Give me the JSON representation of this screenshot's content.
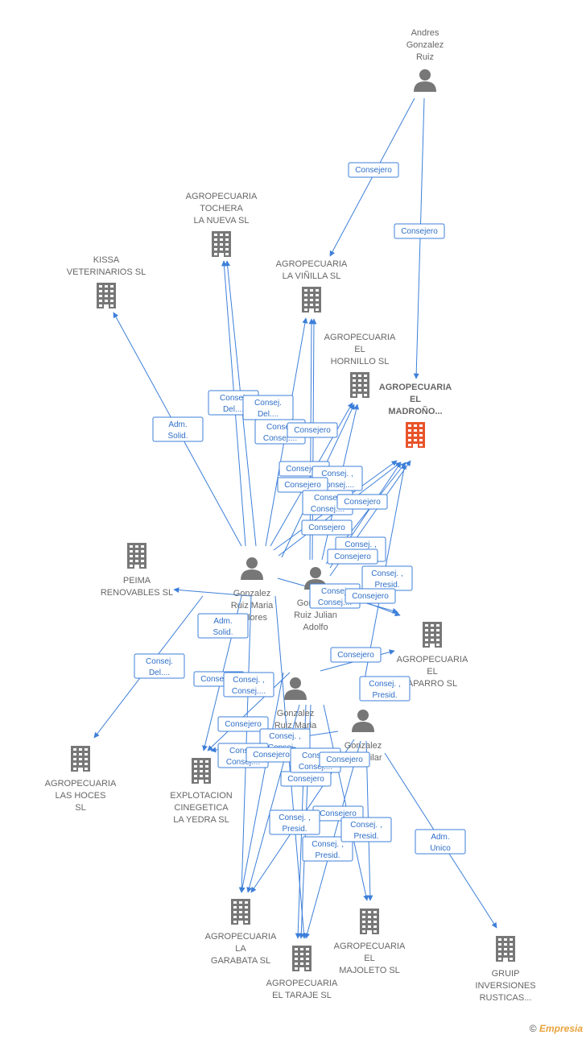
{
  "colors": {
    "edge": "#3d7fd9",
    "company": "#777777",
    "main_company": "#e8542a",
    "person": "#777777"
  },
  "nodes": [
    {
      "id": "andres",
      "type": "person",
      "label": [
        "Andres",
        "Gonzalez",
        "Ruiz"
      ]
    },
    {
      "id": "tochera",
      "type": "company",
      "label": [
        "AGROPECUARIA",
        "TOCHERA",
        "LA NUEVA SL"
      ]
    },
    {
      "id": "kissa",
      "type": "company",
      "label": [
        "KISSA",
        "VETERINARIOS SL"
      ]
    },
    {
      "id": "vinilla",
      "type": "company",
      "label": [
        "AGROPECUARIA",
        "LA VIÑILLA  SL"
      ]
    },
    {
      "id": "hornillo",
      "type": "company",
      "label": [
        "AGROPECUARIA",
        "EL",
        "HORNILLO  SL"
      ]
    },
    {
      "id": "madrono",
      "type": "main",
      "label": [
        "AGROPECUARIA",
        "EL",
        "MADROÑO..."
      ]
    },
    {
      "id": "peima",
      "type": "company",
      "label": [
        "PEIMA",
        "RENOVABLES SL"
      ]
    },
    {
      "id": "dolores",
      "type": "person",
      "label": [
        "Gonzalez",
        "Ruiz Maria",
        "Dolores"
      ]
    },
    {
      "id": "julian",
      "type": "person",
      "label": [
        "Gonzalez",
        "Ruiz Julian",
        "Adolfo"
      ]
    },
    {
      "id": "aparro",
      "type": "company",
      "label": [
        "AGROPECUARIA",
        "EL",
        "APARRO  SL"
      ]
    },
    {
      "id": "maria2",
      "type": "person",
      "label": [
        "Gonzalez",
        "Ruiz Maria",
        "..."
      ]
    },
    {
      "id": "pilar",
      "type": "person",
      "label": [
        "Gonzalez",
        "Ruiz Pilar"
      ]
    },
    {
      "id": "hoces",
      "type": "company",
      "label": [
        "AGROPECUARIA",
        "LAS HOCES",
        "SL"
      ]
    },
    {
      "id": "yedra",
      "type": "company",
      "label": [
        "EXPLOTACION",
        "CINEGETICA",
        "LA YEDRA  SL"
      ]
    },
    {
      "id": "garabata",
      "type": "company",
      "label": [
        "AGROPECUARIA",
        "LA",
        "GARABATA  SL"
      ]
    },
    {
      "id": "taraje",
      "type": "company",
      "label": [
        "AGROPECUARIA",
        "EL TARAJE  SL"
      ]
    },
    {
      "id": "majoleto",
      "type": "company",
      "label": [
        "AGROPECUARIA",
        "EL",
        "MAJOLETO  SL"
      ]
    },
    {
      "id": "gruip",
      "type": "company",
      "label": [
        "GRUIP",
        "INVERSIONES",
        "RUSTICAS..."
      ]
    }
  ],
  "edges": [
    {
      "label": [
        "Consejero"
      ]
    },
    {
      "label": [
        "Consejero"
      ]
    },
    {
      "label": [
        "Adm.",
        "Solid."
      ]
    },
    {
      "label": [
        "Consej.",
        "Del...."
      ]
    },
    {
      "label": [
        "Consej.",
        "Del...."
      ]
    },
    {
      "label": [
        "Consej.",
        "Consej...."
      ]
    },
    {
      "label": [
        "Consejero"
      ]
    },
    {
      "label": [
        "Consejero"
      ]
    },
    {
      "label": [
        "Consej. ,",
        "Consej...."
      ]
    },
    {
      "label": [
        "Consejero"
      ]
    },
    {
      "label": [
        "Consej.",
        "Consej...."
      ]
    },
    {
      "label": [
        "Consejero"
      ]
    },
    {
      "label": [
        "Consejero"
      ]
    },
    {
      "label": [
        "Consej. ,",
        "Consej...."
      ]
    },
    {
      "label": [
        "Consejero"
      ]
    },
    {
      "label": [
        "Consej. ,",
        "Presid."
      ]
    },
    {
      "label": [
        "Consej.",
        "Consej...."
      ]
    },
    {
      "label": [
        "Consejero"
      ]
    },
    {
      "label": [
        "Adm.",
        "Solid."
      ]
    },
    {
      "label": [
        "Consej.",
        "Del...."
      ]
    },
    {
      "label": [
        "Consejero"
      ]
    },
    {
      "label": [
        "Consej. ,",
        "Presid."
      ]
    },
    {
      "label": [
        "Consejero"
      ]
    },
    {
      "label": [
        "Consej. ,",
        "Consej...."
      ]
    },
    {
      "label": [
        "Consejero"
      ]
    },
    {
      "label": [
        "Consej. ,",
        "Consej...."
      ]
    },
    {
      "label": [
        "Consej.",
        "Consej...."
      ]
    },
    {
      "label": [
        "Consejero"
      ]
    },
    {
      "label": [
        "Consejero"
      ]
    },
    {
      "label": [
        "Consej.",
        "Consej...."
      ]
    },
    {
      "label": [
        "Consejero"
      ]
    },
    {
      "label": [
        "Consejero"
      ]
    },
    {
      "label": [
        "Consej. ,",
        "Presid."
      ]
    },
    {
      "label": [
        "Consej. ,",
        "Presid."
      ]
    },
    {
      "label": [
        "Consej. ,",
        "Presid."
      ]
    },
    {
      "label": [
        "Adm.",
        "Unico"
      ]
    }
  ],
  "footer": {
    "copyright": "©",
    "brand": "Empresia"
  }
}
